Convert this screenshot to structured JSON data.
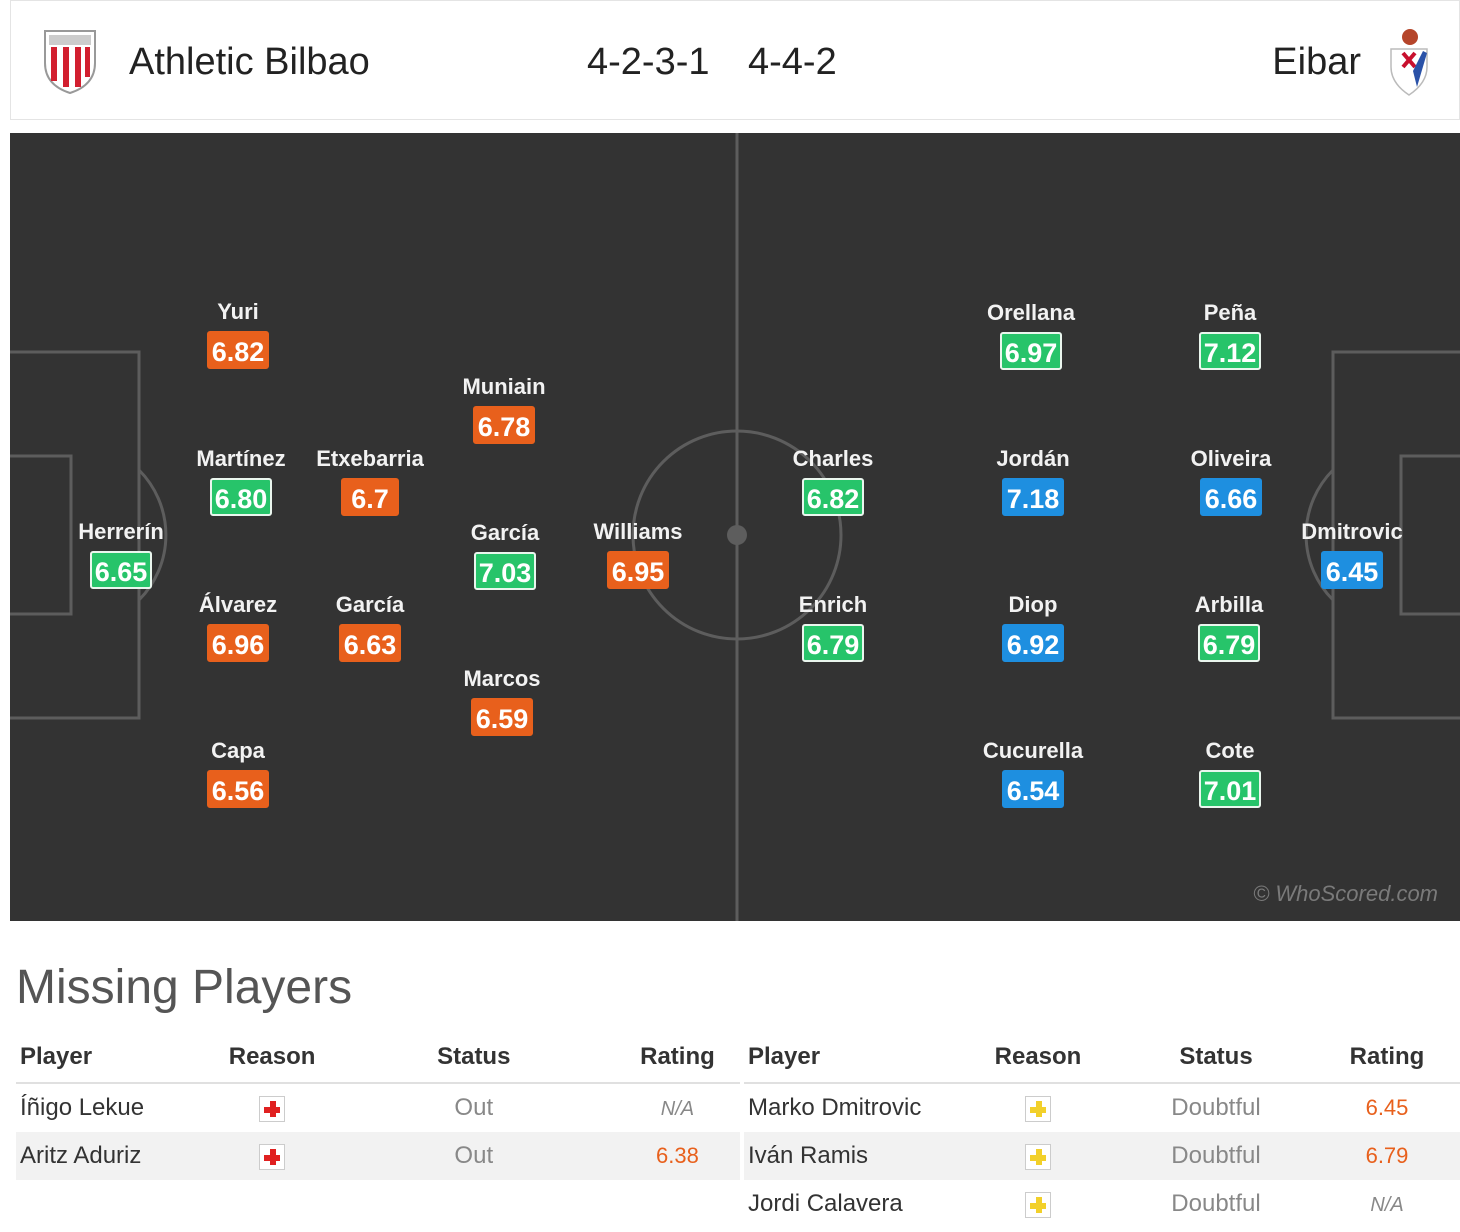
{
  "header": {
    "home_team": "Athletic Bilbao",
    "home_formation": "4-2-3-1",
    "away_formation": "4-4-2",
    "away_team": "Eibar",
    "home_crest_icon": "athletic-bilbao-crest-icon",
    "away_crest_icon": "eibar-crest-icon"
  },
  "pitch": {
    "watermark": "© WhoScored.com",
    "colors": {
      "orange": "#e8601c",
      "green": "#27c46a",
      "blue": "#1e8fe0",
      "pitch": "#333333"
    },
    "home_players": [
      {
        "name": "Herrerín",
        "rating": "6.65",
        "color": "green"
      },
      {
        "name": "Yuri",
        "rating": "6.82",
        "color": "orange"
      },
      {
        "name": "Martínez",
        "rating": "6.80",
        "color": "green"
      },
      {
        "name": "Álvarez",
        "rating": "6.96",
        "color": "orange"
      },
      {
        "name": "Capa",
        "rating": "6.56",
        "color": "orange"
      },
      {
        "name": "Etxebarria",
        "rating": "6.7",
        "color": "orange"
      },
      {
        "name": "García",
        "rating": "6.63",
        "color": "orange"
      },
      {
        "name": "Muniain",
        "rating": "6.78",
        "color": "orange"
      },
      {
        "name": "García",
        "rating": "7.03",
        "color": "green"
      },
      {
        "name": "Marcos",
        "rating": "6.59",
        "color": "orange"
      },
      {
        "name": "Williams",
        "rating": "6.95",
        "color": "orange"
      }
    ],
    "away_players": [
      {
        "name": "Charles",
        "rating": "6.82",
        "color": "green"
      },
      {
        "name": "Enrich",
        "rating": "6.79",
        "color": "green"
      },
      {
        "name": "Orellana",
        "rating": "6.97",
        "color": "green"
      },
      {
        "name": "Jordán",
        "rating": "7.18",
        "color": "blue"
      },
      {
        "name": "Diop",
        "rating": "6.92",
        "color": "blue"
      },
      {
        "name": "Cucurella",
        "rating": "6.54",
        "color": "blue"
      },
      {
        "name": "Peña",
        "rating": "7.12",
        "color": "green"
      },
      {
        "name": "Oliveira",
        "rating": "6.66",
        "color": "blue"
      },
      {
        "name": "Arbilla",
        "rating": "6.79",
        "color": "green"
      },
      {
        "name": "Cote",
        "rating": "7.01",
        "color": "green"
      },
      {
        "name": "Dmitrovic",
        "rating": "6.45",
        "color": "blue"
      }
    ]
  },
  "missing": {
    "title": "Missing Players",
    "columns": [
      "Player",
      "Reason",
      "Status",
      "Rating"
    ],
    "home": [
      {
        "player": "Íñigo Lekue",
        "reason_icon": "injury-icon",
        "status": "Out",
        "rating": "N/A"
      },
      {
        "player": "Aritz Aduriz",
        "reason_icon": "injury-icon",
        "status": "Out",
        "rating": "6.38"
      }
    ],
    "away": [
      {
        "player": "Marko Dmitrovic",
        "reason_icon": "doubtful-icon",
        "status": "Doubtful",
        "rating": "6.45"
      },
      {
        "player": "Iván Ramis",
        "reason_icon": "doubtful-icon",
        "status": "Doubtful",
        "rating": "6.79"
      },
      {
        "player": "Jordi Calavera",
        "reason_icon": "doubtful-icon",
        "status": "Doubtful",
        "rating": "N/A"
      }
    ]
  }
}
